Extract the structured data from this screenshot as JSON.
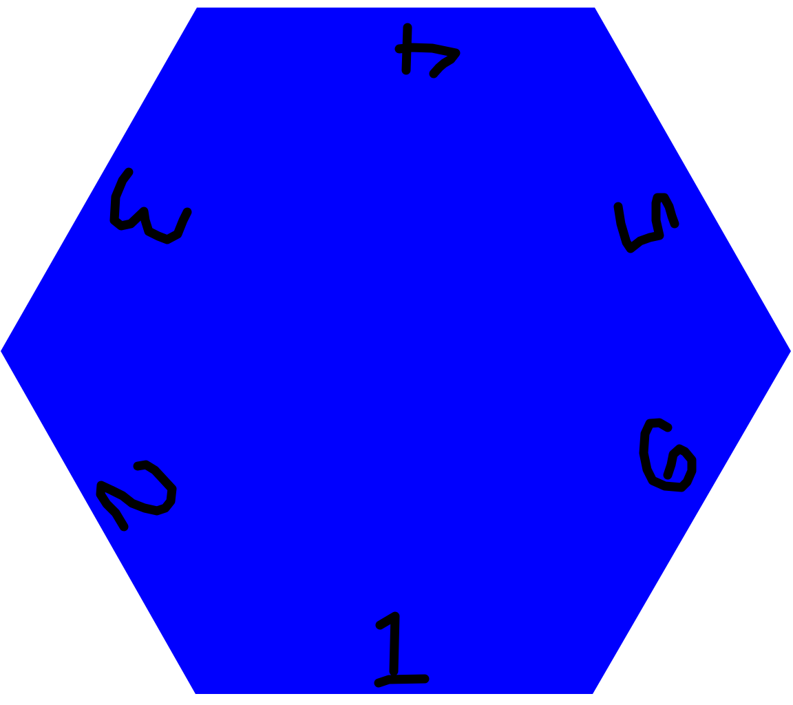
{
  "hexagon": {
    "fill_color": "#0000ff",
    "shape": "regular-hexagon",
    "orientation": "flat-top"
  },
  "edge_labels": [
    {
      "position": "bottom",
      "text": "1"
    },
    {
      "position": "lower-left",
      "text": "2"
    },
    {
      "position": "upper-left",
      "text": "3"
    },
    {
      "position": "top",
      "text": "4"
    },
    {
      "position": "upper-right",
      "text": "5"
    },
    {
      "position": "lower-right",
      "text": "6"
    }
  ],
  "label_style": {
    "ink_color": "#000000",
    "writing": "handwritten",
    "rotated_to_face_edge": true
  }
}
